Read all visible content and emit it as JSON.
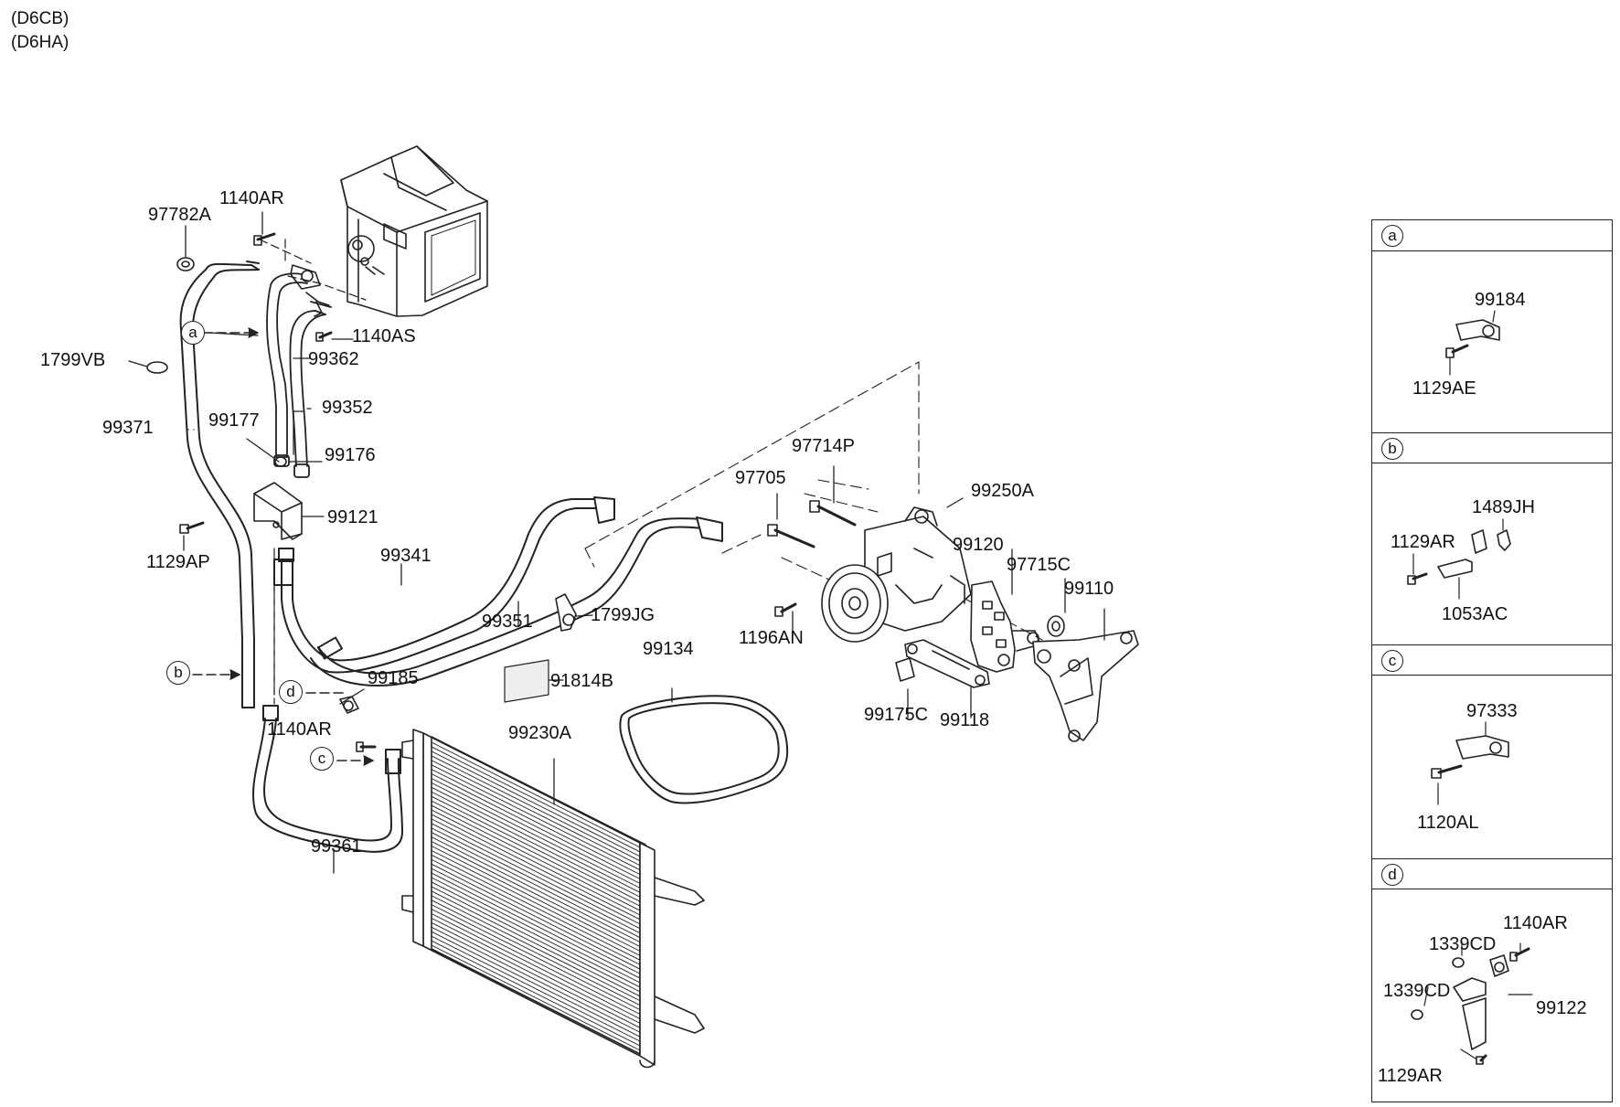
{
  "engine_codes": [
    "(D6CB)",
    "(D6HA)"
  ],
  "parts": [
    {
      "id": "97782A"
    },
    {
      "id": "1140AR"
    },
    {
      "id": "1140AS"
    },
    {
      "id": "99362"
    },
    {
      "id": "1799VB"
    },
    {
      "id": "99352"
    },
    {
      "id": "99371"
    },
    {
      "id": "99177"
    },
    {
      "id": "99176"
    },
    {
      "id": "99121"
    },
    {
      "id": "1129AP"
    },
    {
      "id": "99341"
    },
    {
      "id": "99351"
    },
    {
      "id": "1799JG"
    },
    {
      "id": "99185"
    },
    {
      "id": "91814B"
    },
    {
      "id": "99134"
    },
    {
      "id": "1140AR"
    },
    {
      "id": "99230A"
    },
    {
      "id": "99361"
    },
    {
      "id": "97714P"
    },
    {
      "id": "97705"
    },
    {
      "id": "99250A"
    },
    {
      "id": "99120"
    },
    {
      "id": "97715C"
    },
    {
      "id": "99110"
    },
    {
      "id": "1196AN"
    },
    {
      "id": "99175C"
    },
    {
      "id": "99118"
    }
  ],
  "callouts": [
    "a",
    "b",
    "c",
    "d"
  ],
  "inset": {
    "sections": [
      {
        "letter": "a",
        "labels": [
          "99184",
          "1129AE"
        ]
      },
      {
        "letter": "b",
        "labels": [
          "1489JH",
          "1129AR",
          "1053AC"
        ]
      },
      {
        "letter": "c",
        "labels": [
          "97333",
          "1120AL"
        ]
      },
      {
        "letter": "d",
        "labels": [
          "1140AR",
          "1339CD",
          "1339CD",
          "99122",
          "1129AR"
        ]
      }
    ]
  }
}
